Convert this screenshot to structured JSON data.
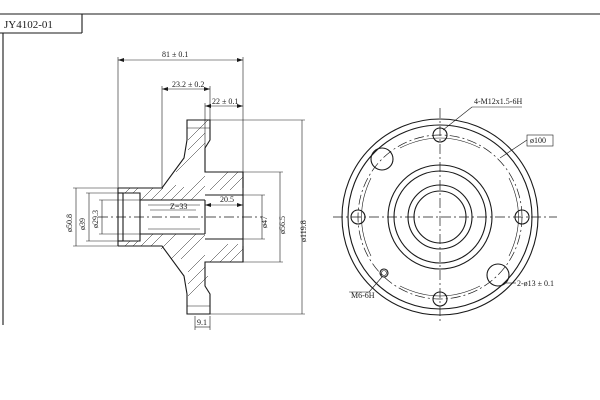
{
  "drawing": {
    "part_number": "JY4102-01",
    "side_view": {
      "dim_overall_length": "81 ± 0.1",
      "dim_flange_to_hub": "23.2 ± 0.2",
      "dim_hub_length": "22 ± 0.1",
      "dim_bore_depth": "20.5",
      "dim_spline": "Z=33",
      "dim_outer_dia": "ø50.8",
      "dim_bore_upper": "ø39 ",
      "dim_spline_dia": "ø29.3",
      "dim_pilot_dia": "ø47",
      "dim_center_bore": "ø56.5",
      "dim_flange_dia": "ø119.8",
      "dim_flange_thickness": "9.1"
    },
    "front_view": {
      "label_stud_holes": "4-M12x1.5-6H",
      "label_center_dia": "ø100",
      "label_small_hole": "M6-6H",
      "label_bolt_holes": "2-ø13 ± 0.1"
    }
  }
}
